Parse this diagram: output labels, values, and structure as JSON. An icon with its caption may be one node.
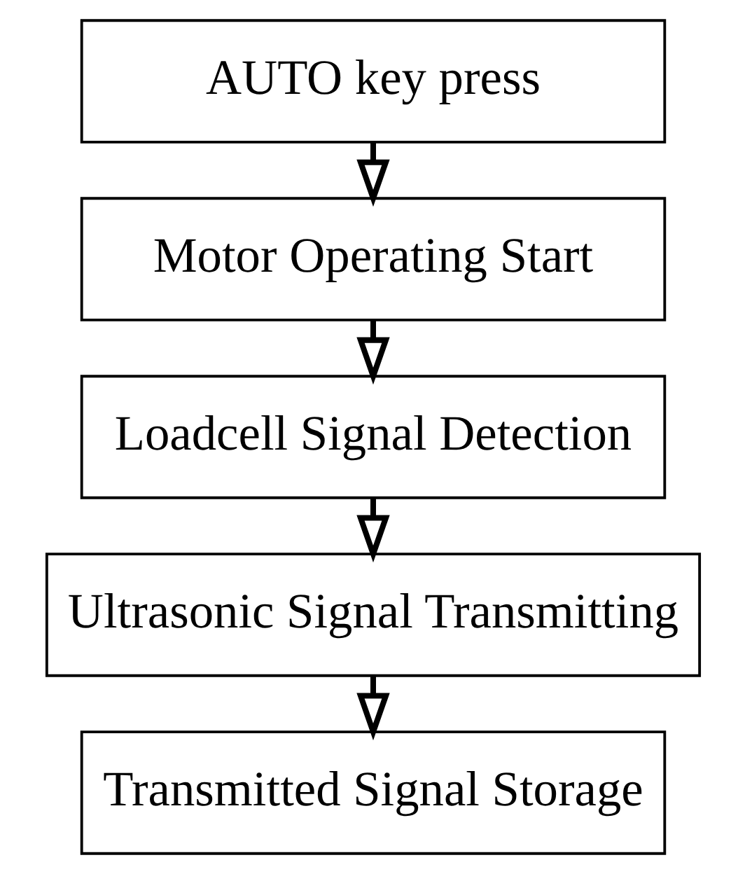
{
  "diagram": {
    "nodes": [
      {
        "text": [
          "AUTO key press"
        ]
      },
      {
        "text": [
          "Motor Operating Start"
        ]
      },
      {
        "text": [
          "Loadcell Signal Detection"
        ]
      },
      {
        "text": [
          "Ultrasonic Signal Transmitting"
        ]
      },
      {
        "text": [
          "Transmitted Signal Storage"
        ]
      }
    ],
    "edges": [
      {
        "from": 0,
        "to": 1,
        "arrow": "to"
      },
      {
        "from": 1,
        "to": 2,
        "arrow": "to"
      },
      {
        "from": 2,
        "to": 3,
        "arrow": "to"
      },
      {
        "from": 3,
        "to": 4,
        "arrow": "to"
      }
    ]
  }
}
